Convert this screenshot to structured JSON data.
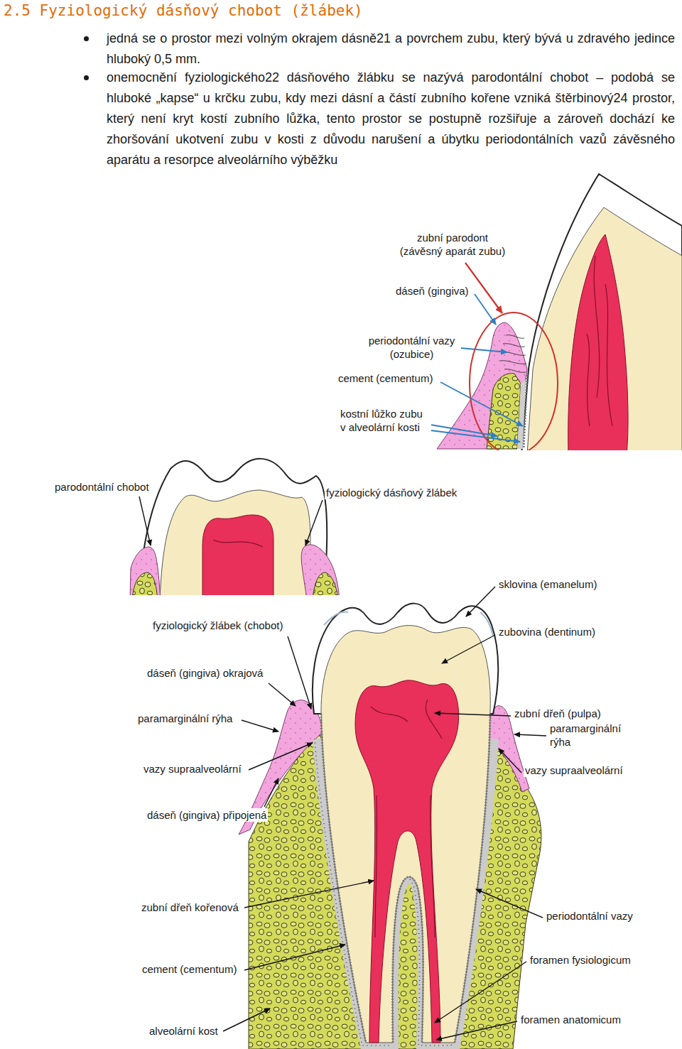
{
  "diagram": {
    "title": "2.5 Fyziologický dásňový chobot (žlábek)",
    "labels": [
      "jedná se o prostor mezi volným okrajem dásně21 a povrchem zubu, který bývá u zdravého jedince hluboký 0,5 mm.",
      "onemocnění fyziologického22 dásňového žlábku se nazývá parodontální chobot – podobá se hluboké „kapse“ u krčku zubu, kdy mezi dásní a částí zubního kořene vzniká štěrbinový24 prostor, který není kryt kostí zubního lůžka, tento prostor se postupně rozšiřuje a zároveň dochází ke zhoršování ukotvení zubu v kosti z důvodu narušení a úbytku periodontálních vazů závěsného aparátu a resorpce alveolárního výběžku",
      "zubní parodont (závěsný aparát zubu)",
      "dáseň (gingiva)",
      "periodontální vazy (ozubice)",
      "cement (cementum)",
      "kostní lůžko zubu v alveolární kosti",
      "parodontální chobot",
      "fyziologický dásňový žlábek",
      "sklovina (emanelum)",
      "fyziologický žlábek (chobot)",
      "zubovina (dentinum)",
      "dáseň (gingiva) okrajová",
      "zubní dřeň (pulpa)",
      "paramarginální rýha",
      "paramarginální rýha",
      "vazy supraalveolární",
      "vazy supraalveolární",
      "dáseň (gingiva) připojená",
      "zubní dřeň kořenová",
      "periodontální vazy",
      "cement (cementum)",
      "foramen fysiologicum",
      "foramen anatomicum",
      "alveolární kost"
    ]
  }
}
